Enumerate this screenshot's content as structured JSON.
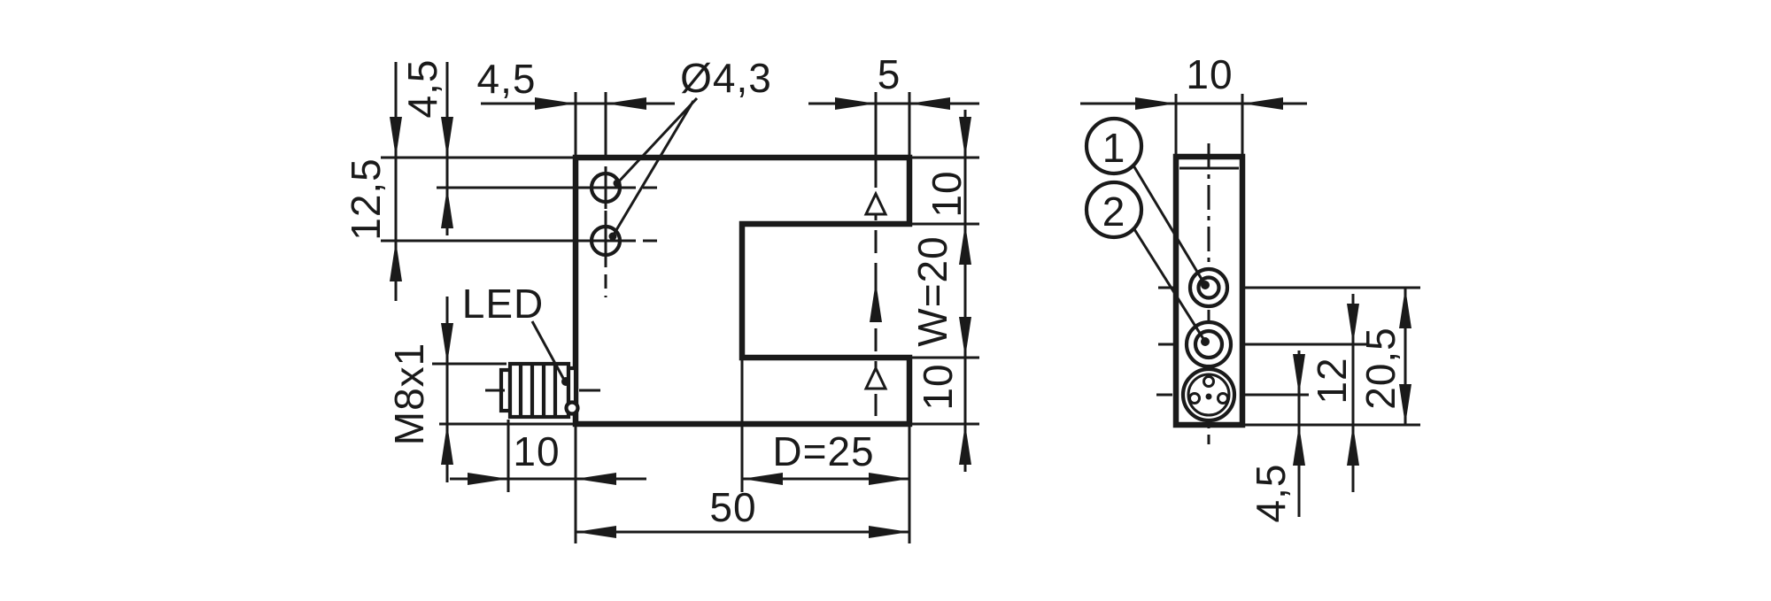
{
  "colors": {
    "ink": "#1a1a1a",
    "background": "#ffffff"
  },
  "front_view": {
    "hole1_offset_v": "4,5",
    "hole2_offset_v": "12,5",
    "hole_offset_h": "4,5",
    "hole_diameter": "Ø4,3",
    "axis_offset": "5",
    "upper_arm": "10",
    "fork_width": "W=20",
    "lower_arm": "10",
    "led_label": "LED",
    "thread_label": "M8x1",
    "connector_length": "10",
    "fork_depth": "D=25",
    "overall_length": "50"
  },
  "side_view": {
    "housing_width": "10",
    "callout_1": "1",
    "callout_2": "2",
    "indicator1_height": "20,5",
    "indicator2_height": "12",
    "connector_height": "4,5"
  }
}
